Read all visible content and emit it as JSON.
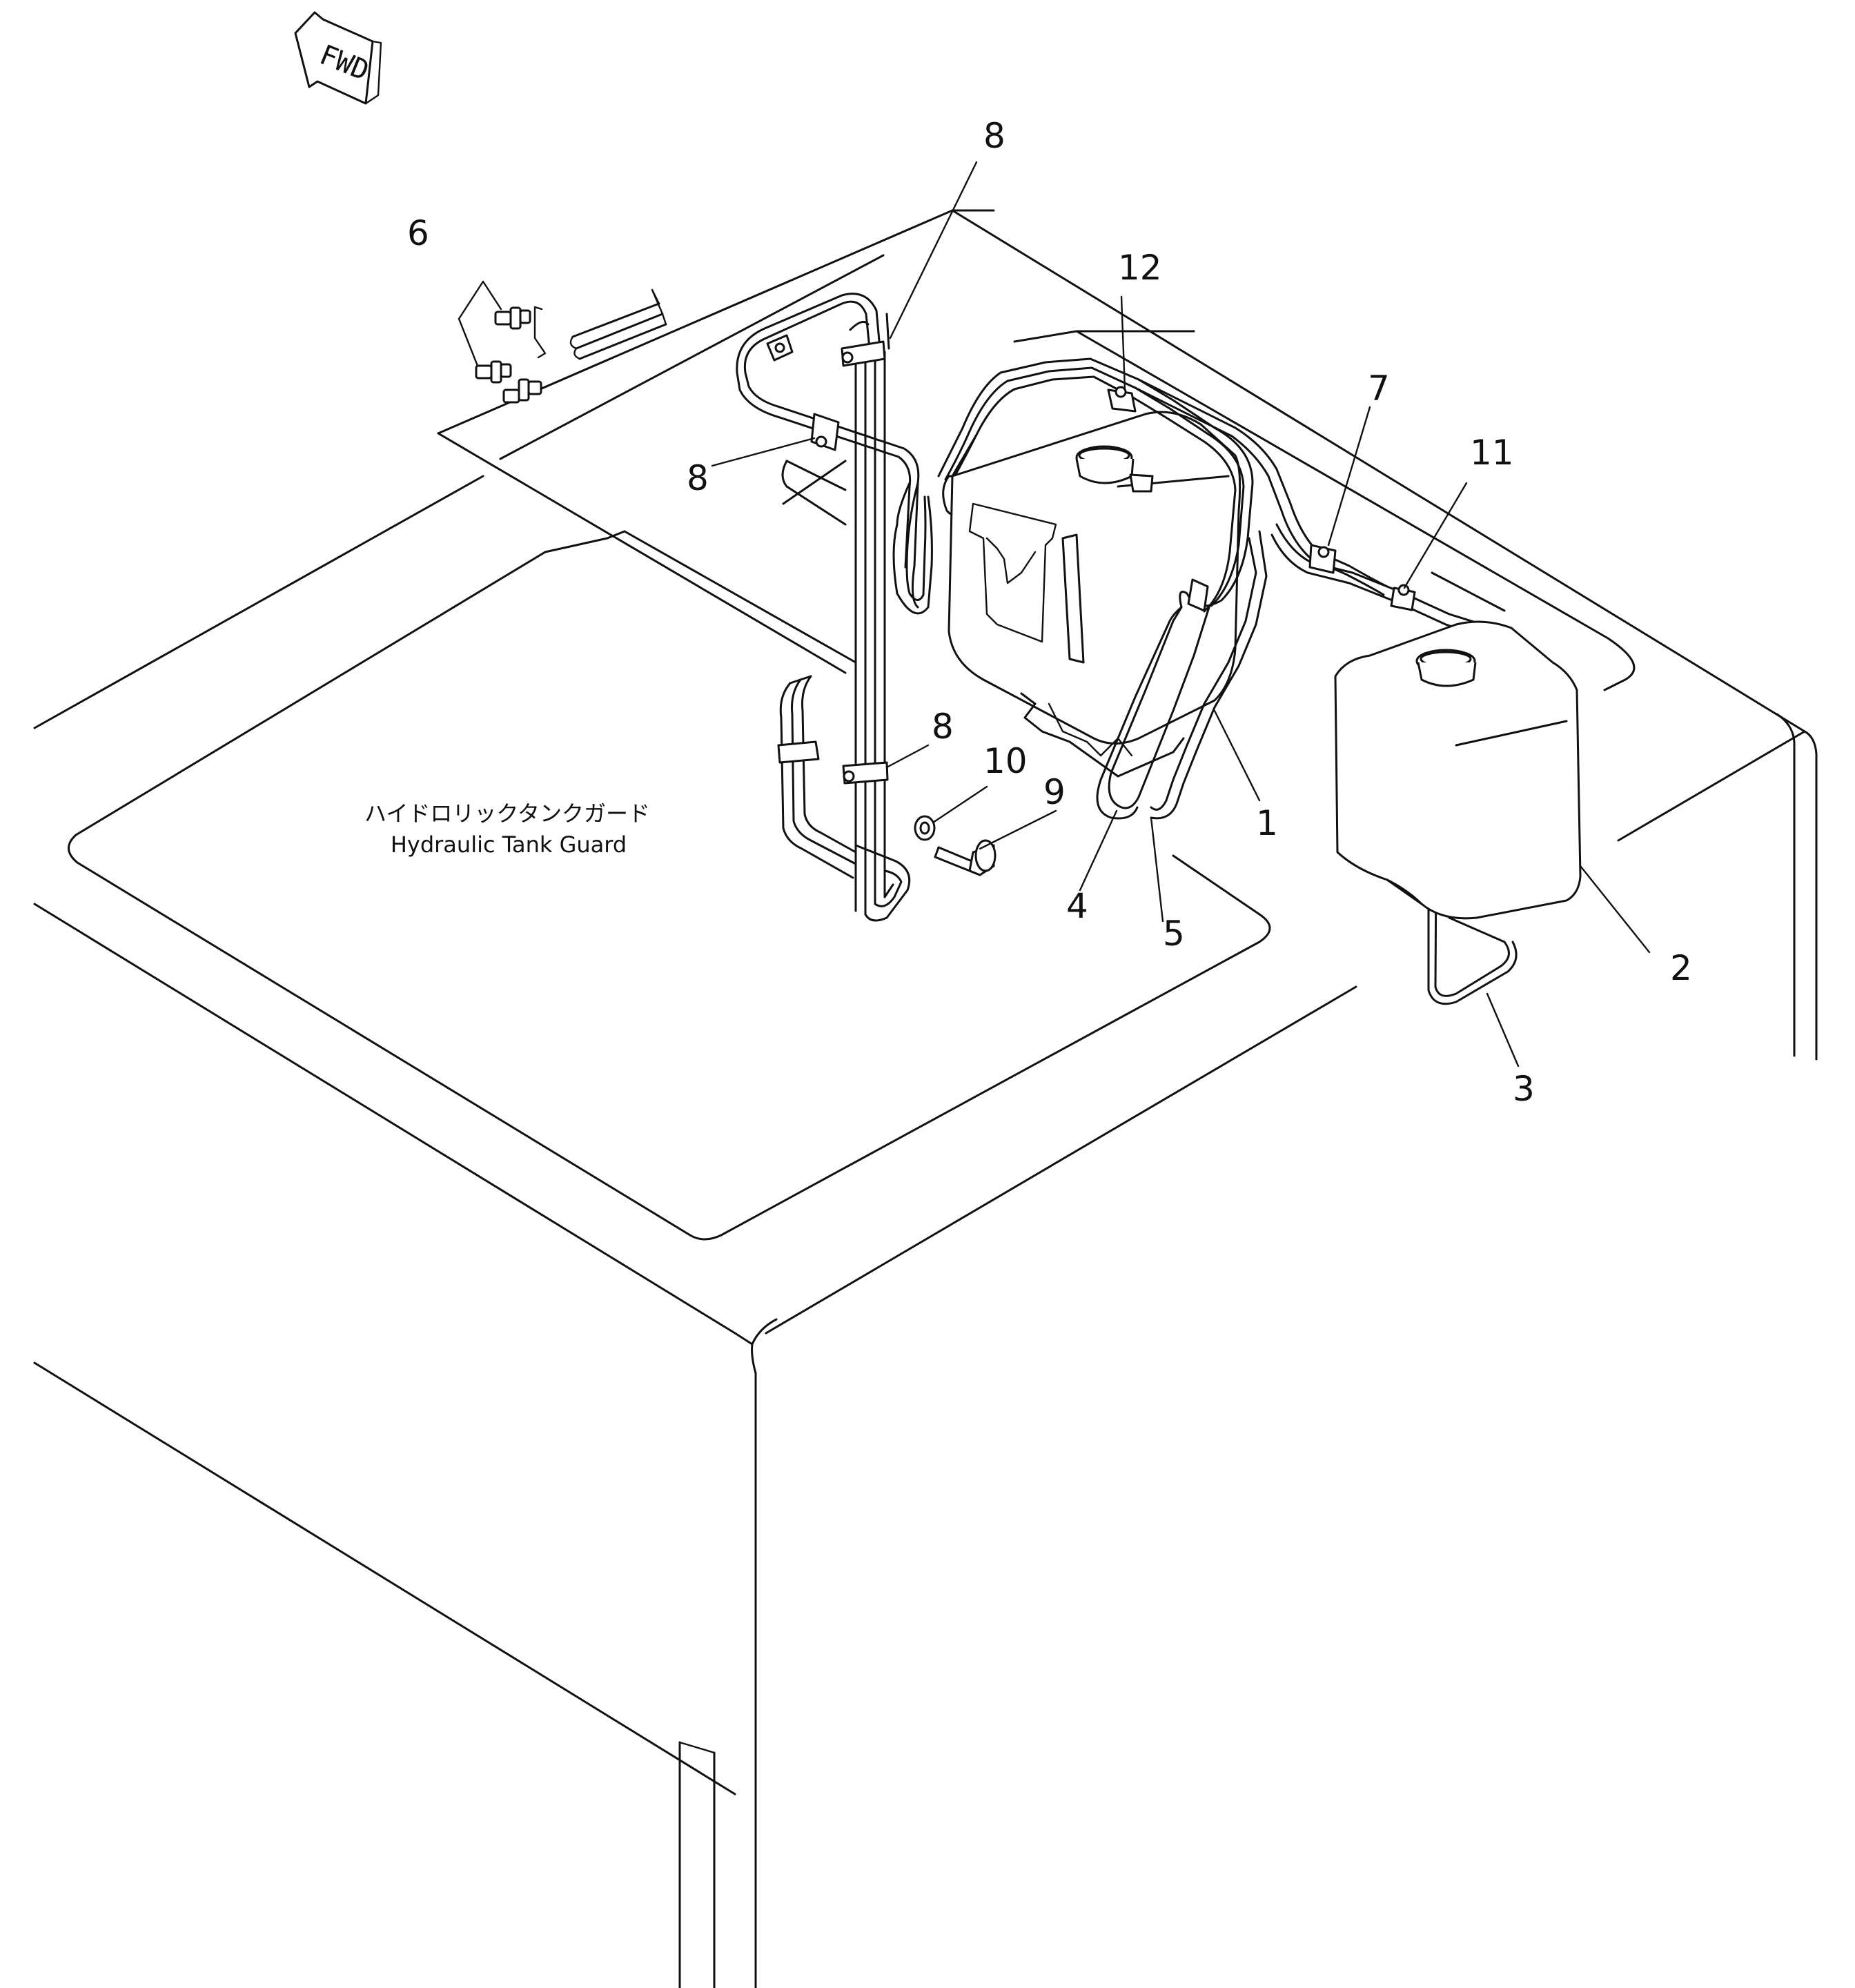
{
  "direction_arrow": {
    "text": "FWD"
  },
  "guard_caption": {
    "japanese": "ハイドロリックタンクガード",
    "english": "Hydraulic Tank Guard"
  },
  "callouts": [
    {
      "id": "c1",
      "label": "1"
    },
    {
      "id": "c2",
      "label": "2"
    },
    {
      "id": "c3",
      "label": "3"
    },
    {
      "id": "c4",
      "label": "4"
    },
    {
      "id": "c5",
      "label": "5"
    },
    {
      "id": "c6",
      "label": "6"
    },
    {
      "id": "c7",
      "label": "7"
    },
    {
      "id": "c8a",
      "label": "8"
    },
    {
      "id": "c8b",
      "label": "8"
    },
    {
      "id": "c8c",
      "label": "8"
    },
    {
      "id": "c9",
      "label": "9"
    },
    {
      "id": "c10",
      "label": "10"
    },
    {
      "id": "c11",
      "label": "11"
    },
    {
      "id": "c12",
      "label": "12"
    }
  ]
}
